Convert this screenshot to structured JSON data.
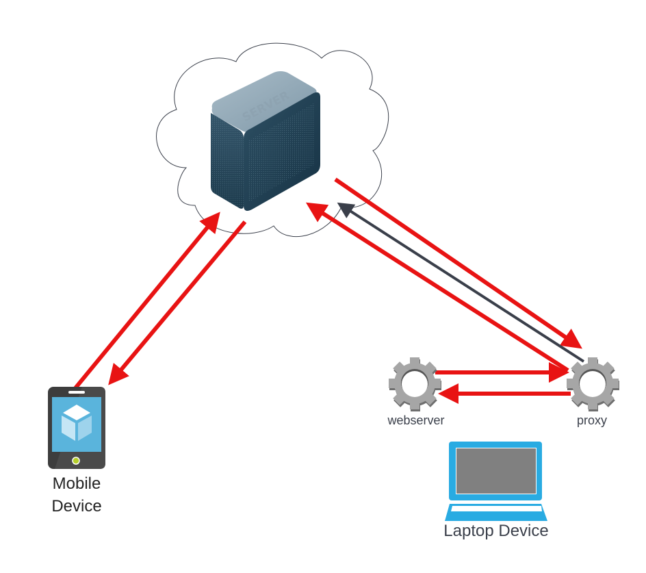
{
  "diagram": {
    "nodes": {
      "server": {
        "label": "SERVER",
        "kind": "server",
        "container": "cloud"
      },
      "mobile": {
        "label_line1": "Mobile",
        "label_line2": "Device",
        "kind": "mobile-device"
      },
      "webserver": {
        "label": "webserver",
        "kind": "gear"
      },
      "proxy": {
        "label": "proxy",
        "kind": "gear"
      },
      "laptop": {
        "label": "Laptop Device",
        "kind": "laptop"
      }
    },
    "edges": [
      {
        "from": "mobile",
        "to": "server",
        "color": "#e81313"
      },
      {
        "from": "server",
        "to": "mobile",
        "color": "#e81313"
      },
      {
        "from": "server",
        "to": "proxy",
        "color": "#e81313"
      },
      {
        "from": "proxy",
        "to": "server",
        "color": "#3a3f4a"
      },
      {
        "from": "proxy",
        "to": "server",
        "color": "#e81313"
      },
      {
        "from": "webserver",
        "to": "proxy",
        "color": "#e81313"
      },
      {
        "from": "proxy",
        "to": "webserver",
        "color": "#e81313"
      }
    ],
    "colors": {
      "arrow_red": "#e81313",
      "arrow_dark": "#3a3f4a",
      "gear": "#a6a6a6",
      "laptop": "#29abe2",
      "phone_screen": "#5ab4dc",
      "server_body": "#24465a"
    }
  }
}
